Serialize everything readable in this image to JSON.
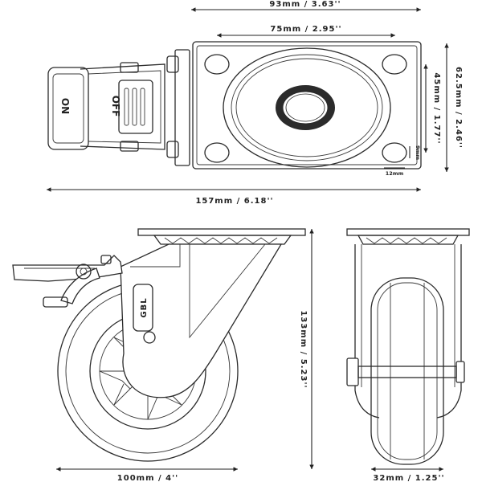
{
  "dimensions": {
    "top_width": "93mm / 3.63''",
    "plate_width": "75mm / 2.95''",
    "plate_height": "62.5mm / 2.46''",
    "hole_spacing": "45mm / 1.77''",
    "hole_diameter": "9mm",
    "hole_length": "12mm",
    "total_length": "157mm / 6.18''",
    "total_height": "133mm / 5.23''",
    "wheel_diameter": "100mm / 4''",
    "wheel_width": "32mm / 1.25''"
  },
  "labels": {
    "brake_on": "ON",
    "brake_off": "OFF",
    "brand": "GBL"
  }
}
